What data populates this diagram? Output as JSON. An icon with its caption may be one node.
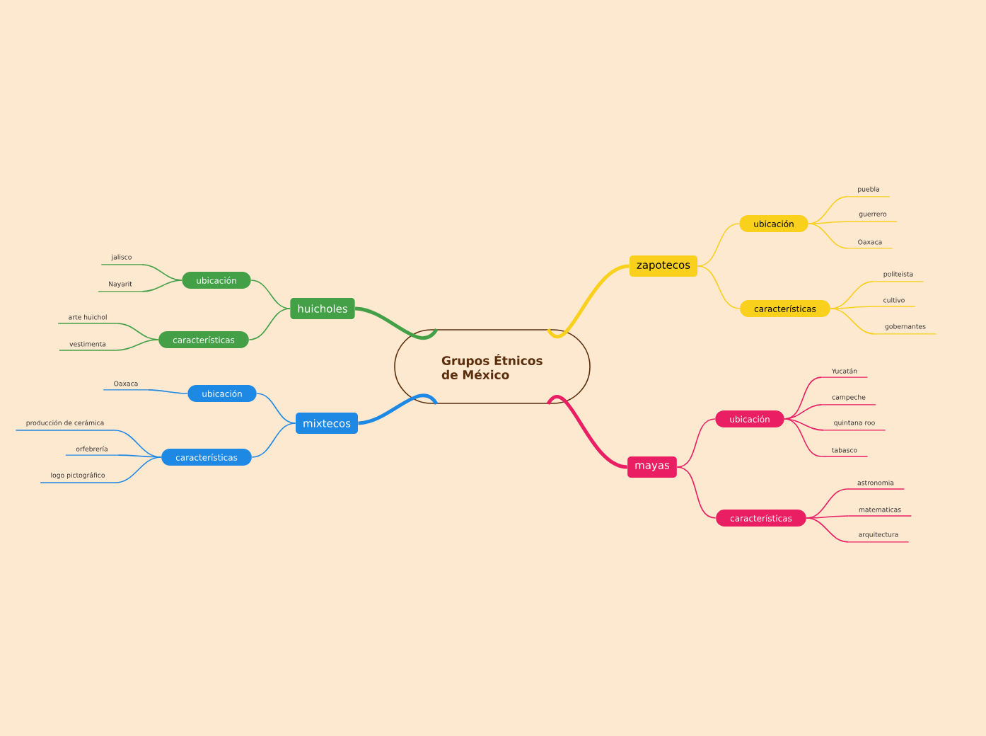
{
  "diagram": {
    "nodes": [
      {
        "text": [
          "Grupos Étnicos de México"
        ]
      },
      {
        "text": [
          "zapotecos"
        ]
      },
      {
        "text": [
          "ubicación"
        ]
      },
      {
        "text": [
          "puebla"
        ]
      },
      {
        "text": [
          "guerrero"
        ]
      },
      {
        "text": [
          "Oaxaca"
        ]
      },
      {
        "text": [
          "características"
        ]
      },
      {
        "text": [
          "politeista"
        ]
      },
      {
        "text": [
          "cultivo"
        ]
      },
      {
        "text": [
          "gobernantes"
        ]
      },
      {
        "text": [
          "mayas"
        ]
      },
      {
        "text": [
          "ubicación"
        ]
      },
      {
        "text": [
          "Yucatán"
        ]
      },
      {
        "text": [
          "campeche"
        ]
      },
      {
        "text": [
          "quintana roo"
        ]
      },
      {
        "text": [
          "tabasco"
        ]
      },
      {
        "text": [
          "características"
        ]
      },
      {
        "text": [
          "astronomia"
        ]
      },
      {
        "text": [
          "matematicas"
        ]
      },
      {
        "text": [
          "arquitectura"
        ]
      },
      {
        "text": [
          "huicholes"
        ]
      },
      {
        "text": [
          "ubicación"
        ]
      },
      {
        "text": [
          "jalisco"
        ]
      },
      {
        "text": [
          "Nayarit"
        ]
      },
      {
        "text": [
          "características"
        ]
      },
      {
        "text": [
          "arte huichol"
        ]
      },
      {
        "text": [
          "vestimenta"
        ]
      },
      {
        "text": [
          "mixtecos"
        ]
      },
      {
        "text": [
          "ubicación"
        ]
      },
      {
        "text": [
          "Oaxaca"
        ]
      },
      {
        "text": [
          "características"
        ]
      },
      {
        "text": [
          "producción de cerámica"
        ]
      },
      {
        "text": [
          "orfebrería"
        ]
      },
      {
        "text": [
          "logo pictográfico"
        ]
      }
    ],
    "edges": [
      {
        "from": 0,
        "to": 1,
        "arrow": "none",
        "style": "thick",
        "color": "#f9d01c"
      },
      {
        "from": 1,
        "to": 2,
        "arrow": "none",
        "color": "#f9d01c"
      },
      {
        "from": 2,
        "to": 3,
        "arrow": "none",
        "color": "#f9d01c"
      },
      {
        "from": 2,
        "to": 4,
        "arrow": "none",
        "color": "#f9d01c"
      },
      {
        "from": 2,
        "to": 5,
        "arrow": "none",
        "color": "#f9d01c"
      },
      {
        "from": 1,
        "to": 6,
        "arrow": "none",
        "color": "#f9d01c"
      },
      {
        "from": 6,
        "to": 7,
        "arrow": "none",
        "color": "#f9d01c"
      },
      {
        "from": 6,
        "to": 8,
        "arrow": "none",
        "color": "#f9d01c"
      },
      {
        "from": 6,
        "to": 9,
        "arrow": "none",
        "color": "#f9d01c"
      },
      {
        "from": 0,
        "to": 10,
        "arrow": "none",
        "style": "thick",
        "color": "#e91e63"
      },
      {
        "from": 10,
        "to": 11,
        "arrow": "none",
        "color": "#e91e63"
      },
      {
        "from": 11,
        "to": 12,
        "arrow": "none",
        "color": "#e91e63"
      },
      {
        "from": 11,
        "to": 13,
        "arrow": "none",
        "color": "#e91e63"
      },
      {
        "from": 11,
        "to": 14,
        "arrow": "none",
        "color": "#e91e63"
      },
      {
        "from": 11,
        "to": 15,
        "arrow": "none",
        "color": "#e91e63"
      },
      {
        "from": 10,
        "to": 16,
        "arrow": "none",
        "color": "#e91e63"
      },
      {
        "from": 16,
        "to": 17,
        "arrow": "none",
        "color": "#e91e63"
      },
      {
        "from": 16,
        "to": 18,
        "arrow": "none",
        "color": "#e91e63"
      },
      {
        "from": 16,
        "to": 19,
        "arrow": "none",
        "color": "#e91e63"
      },
      {
        "from": 0,
        "to": 20,
        "arrow": "none",
        "style": "thick",
        "color": "#43a047"
      },
      {
        "from": 20,
        "to": 21,
        "arrow": "none",
        "color": "#43a047"
      },
      {
        "from": 21,
        "to": 22,
        "arrow": "none",
        "color": "#43a047"
      },
      {
        "from": 21,
        "to": 23,
        "arrow": "none",
        "color": "#43a047"
      },
      {
        "from": 20,
        "to": 24,
        "arrow": "none",
        "color": "#43a047"
      },
      {
        "from": 24,
        "to": 25,
        "arrow": "none",
        "color": "#43a047"
      },
      {
        "from": 24,
        "to": 26,
        "arrow": "none",
        "color": "#43a047"
      },
      {
        "from": 0,
        "to": 27,
        "arrow": "none",
        "style": "thick",
        "color": "#1e88e5"
      },
      {
        "from": 27,
        "to": 28,
        "arrow": "none",
        "color": "#1e88e5"
      },
      {
        "from": 28,
        "to": 29,
        "arrow": "none",
        "color": "#1e88e5"
      },
      {
        "from": 27,
        "to": 30,
        "arrow": "none",
        "color": "#1e88e5"
      },
      {
        "from": 30,
        "to": 31,
        "arrow": "none",
        "color": "#1e88e5"
      },
      {
        "from": 30,
        "to": 32,
        "arrow": "none",
        "color": "#1e88e5"
      },
      {
        "from": 30,
        "to": 33,
        "arrow": "none",
        "color": "#1e88e5"
      }
    ]
  }
}
